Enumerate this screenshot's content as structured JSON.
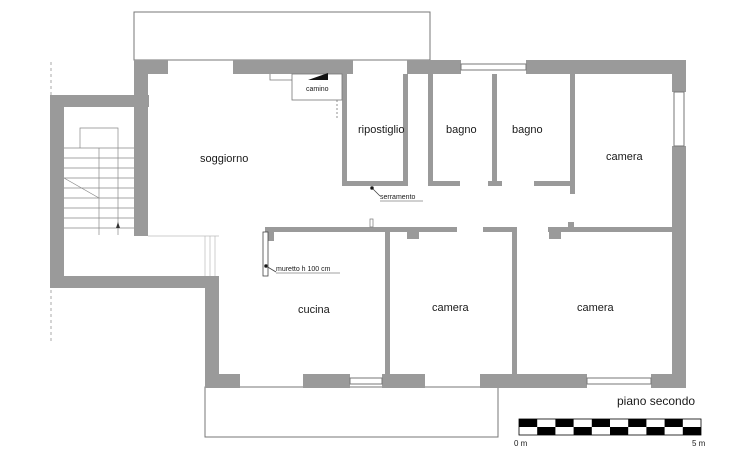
{
  "plan_title": "piano secondo",
  "rooms": {
    "soggiorno": "soggiorno",
    "ripostiglio": "ripostiglio",
    "bagno_1": "bagno",
    "bagno_2": "bagno",
    "camera_ne": "camera",
    "cucina": "cucina",
    "camera_mid": "camera",
    "camera_se": "camera"
  },
  "annotations": {
    "camino": "camino",
    "serramento": "serramento",
    "muretto": "muretto h 100 cm"
  },
  "scale_bar": {
    "start_label": "0 m",
    "end_label": "5 m",
    "segments": 10
  },
  "colors": {
    "wall": "#9a9a9a",
    "wall_stroke": "#6e6e6e",
    "line": "#555555"
  }
}
